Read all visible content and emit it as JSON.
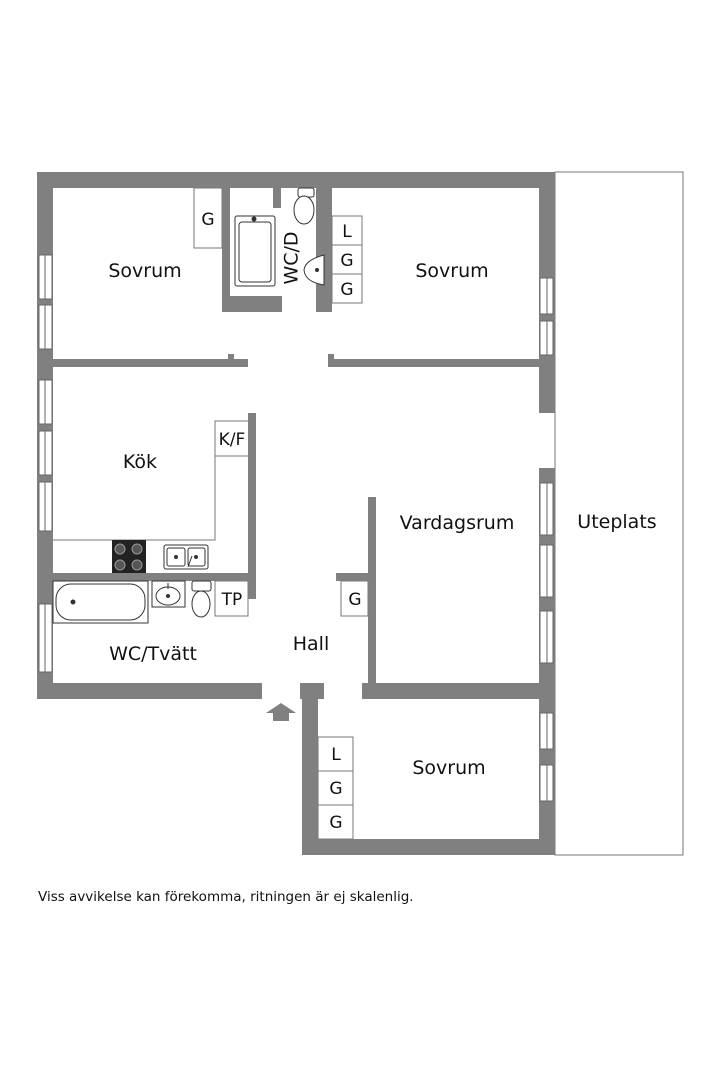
{
  "floorplan": {
    "rooms": {
      "sovrum_top_left": "Sovrum",
      "sovrum_top_right": "Sovrum",
      "sovrum_bottom": "Sovrum",
      "kok": "Kök",
      "vardagsrum": "Vardagsrum",
      "hall": "Hall",
      "wc_tvatt": "WC/Tvätt",
      "wc_d": "WC/D",
      "uteplats": "Uteplats"
    },
    "fixtures": {
      "g": "G",
      "l": "L",
      "kf": "K/F",
      "tp": "TP"
    }
  },
  "footnote": "Viss avvikelse kan förekomma, ritningen är ej skalenlig.",
  "colors": {
    "wall": "#808080",
    "line": "#555555",
    "window": "#ffffff"
  }
}
